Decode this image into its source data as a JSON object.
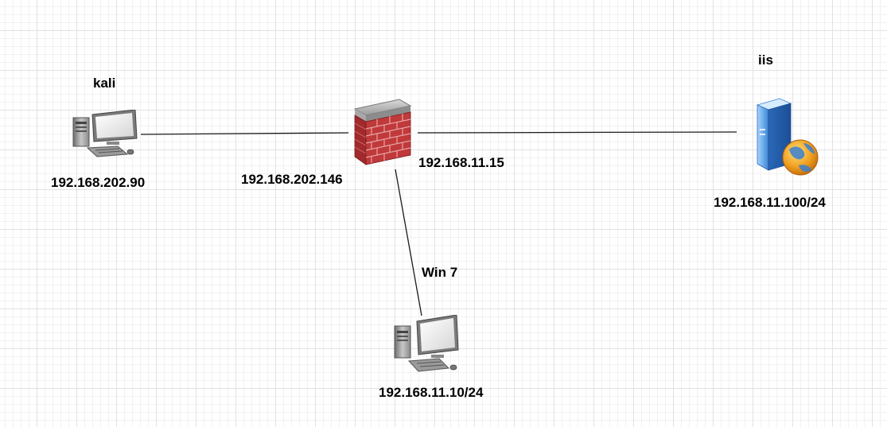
{
  "nodes": {
    "kali": {
      "name": "kali",
      "ip": "192.168.202.90",
      "icon": "workstation-icon"
    },
    "firewall": {
      "ip_left": "192.168.202.146",
      "ip_right": "192.168.11.15",
      "icon": "firewall-icon"
    },
    "iis": {
      "name": "iis",
      "ip": "192.168.11.100/24",
      "icon": "web-server-icon"
    },
    "win7": {
      "name": "Win 7",
      "ip": "192.168.11.10/24",
      "icon": "workstation-icon"
    }
  },
  "links": [
    {
      "from": "kali",
      "to": "firewall"
    },
    {
      "from": "firewall",
      "to": "iis"
    },
    {
      "from": "firewall",
      "to": "win7"
    }
  ],
  "colors": {
    "grid_major": "#e2e2e2",
    "grid_minor": "#f1f1f1",
    "link": "#1a1a1a",
    "firewall_brick": "#c0393b",
    "server_blue": "#3b86d6",
    "globe_orange": "#f0a020"
  }
}
